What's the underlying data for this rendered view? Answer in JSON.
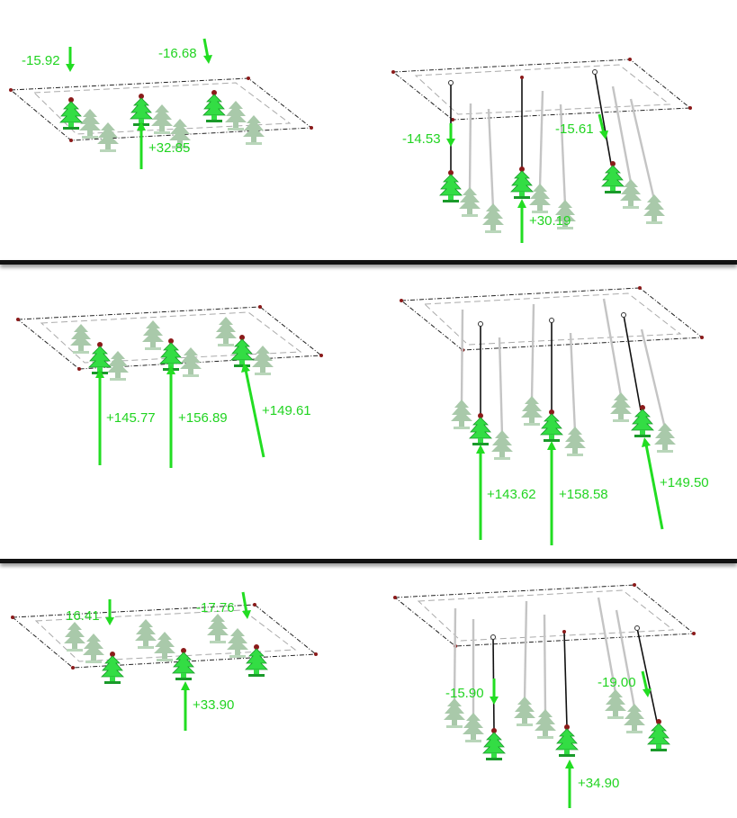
{
  "panels": [
    {
      "id": "p1",
      "loads": [
        "-15.92",
        "-16.68",
        "+32.85"
      ]
    },
    {
      "id": "p2",
      "loads": [
        "-14.53",
        "-15.61",
        "+30.19"
      ]
    },
    {
      "id": "p3",
      "loads": [
        "+145.77",
        "+156.89",
        "+149.61"
      ]
    },
    {
      "id": "p4",
      "loads": [
        "+143.62",
        "+158.58",
        "+149.50"
      ]
    },
    {
      "id": "p5",
      "loads": [
        "16.41",
        "-17.76",
        "+33.90"
      ]
    },
    {
      "id": "p6",
      "loads": [
        "-15.90",
        "-19.00",
        "+34.90"
      ]
    }
  ],
  "colors": {
    "arrow": "#22dd22",
    "support_active": "#33dd44",
    "support_ghost": "#a9c9aa",
    "divider": "#111111",
    "node": "#8b1a1a"
  }
}
